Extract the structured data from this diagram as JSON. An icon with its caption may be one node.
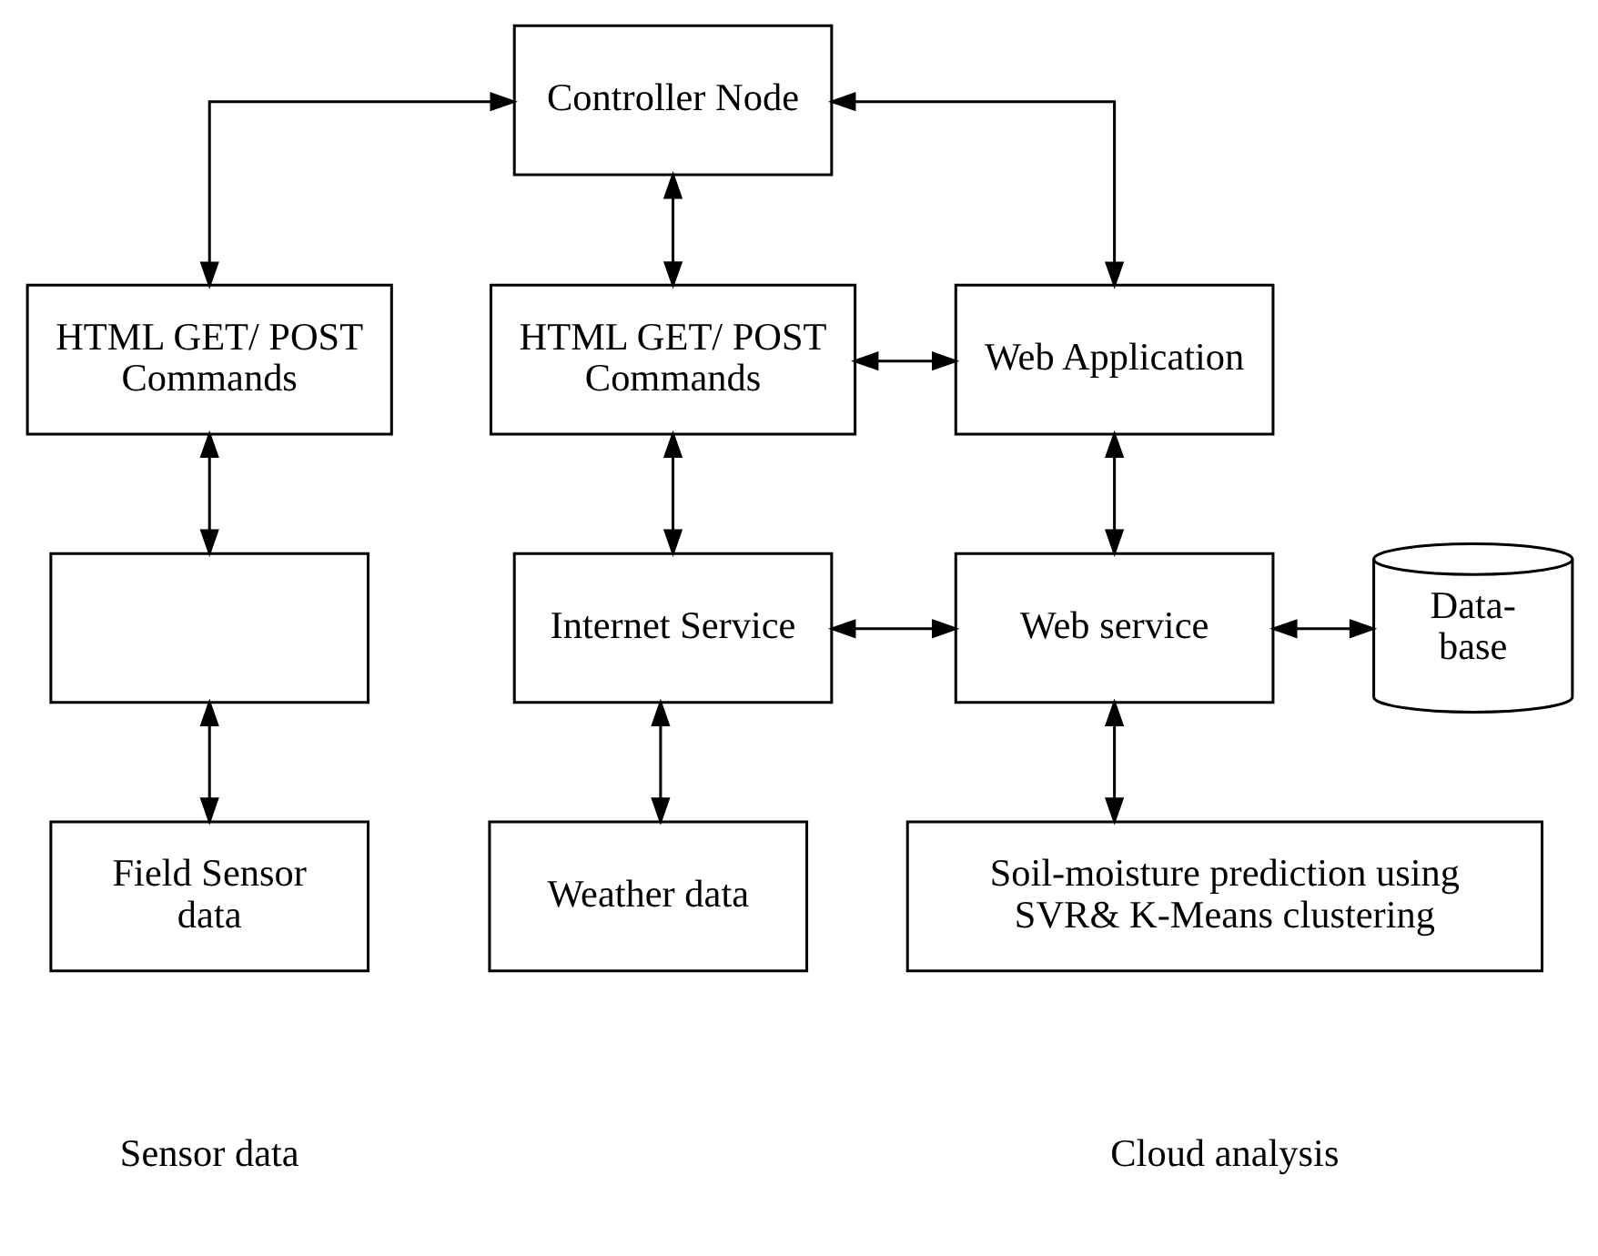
{
  "diagram": {
    "nodes": [
      {
        "text": [
          "Controller Node"
        ]
      },
      {
        "text": [
          "HTML GET/ POST Commands"
        ]
      },
      {
        "text": [
          "HTML GET/ POST Commands"
        ]
      },
      {
        "text": [
          "Web Application"
        ]
      },
      {
        "text": [],
        "shape": "box"
      },
      {
        "text": [
          "Internet Service"
        ]
      },
      {
        "text": [
          "Web service"
        ]
      },
      {
        "text": [
          "Data- base"
        ]
      },
      {
        "text": [
          "Field Sensor data"
        ]
      },
      {
        "text": [
          "Weather data"
        ]
      },
      {
        "text": [
          "Soil-moisture prediction using SVR& K-Means clustering"
        ]
      }
    ],
    "edges": [
      {
        "from": 0,
        "to": 1,
        "arrow": "both"
      },
      {
        "from": 0,
        "to": 2,
        "arrow": "both"
      },
      {
        "from": 0,
        "to": 3,
        "arrow": "both"
      },
      {
        "from": 2,
        "to": 3,
        "arrow": "both"
      },
      {
        "from": 1,
        "to": 4,
        "arrow": "both"
      },
      {
        "from": 2,
        "to": 5,
        "arrow": "both"
      },
      {
        "from": 3,
        "to": 6,
        "arrow": "both"
      },
      {
        "from": 5,
        "to": 6,
        "arrow": "both"
      },
      {
        "from": 6,
        "to": 7,
        "arrow": "both"
      },
      {
        "from": 4,
        "to": 8,
        "arrow": "both"
      },
      {
        "from": 5,
        "to": 9,
        "arrow": "both"
      },
      {
        "from": 6,
        "to": 10,
        "arrow": "both"
      }
    ],
    "labels": [
      "Sensor data",
      "Cloud analysis"
    ]
  }
}
